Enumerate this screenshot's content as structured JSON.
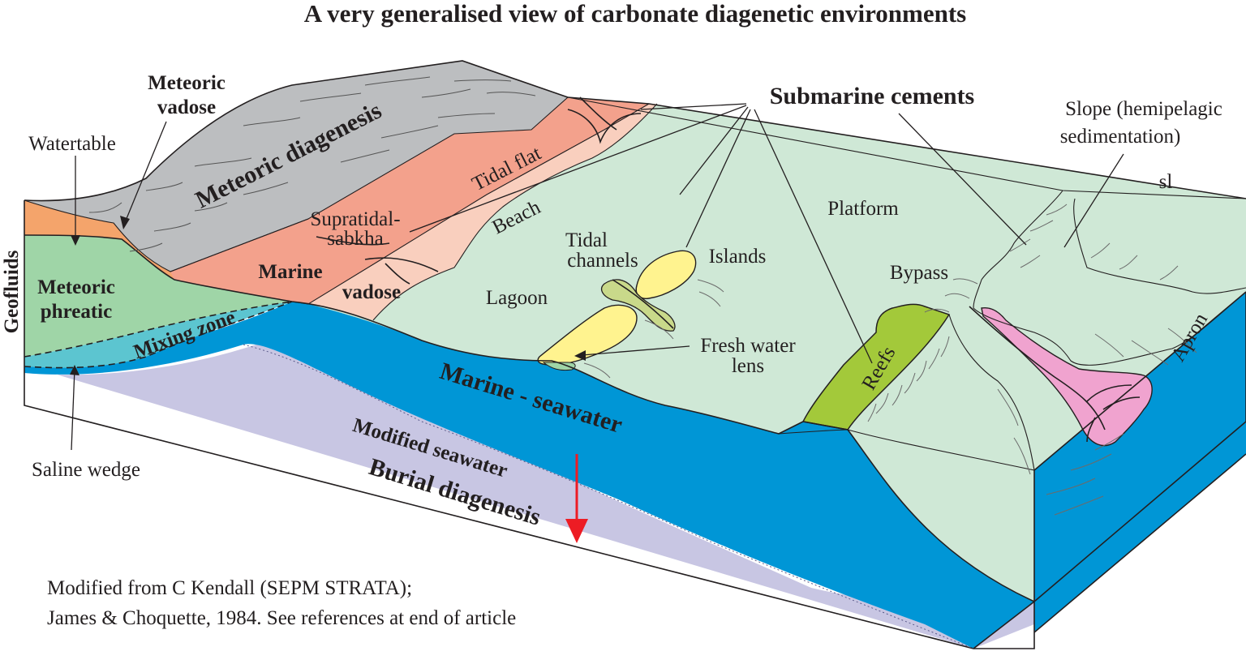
{
  "title": "A very generalised view of carbonate diagenetic environments",
  "labels": {
    "meteoric_vadose_1": "Meteoric",
    "meteoric_vadose_2": "vadose",
    "watertable": "Watertable",
    "meteoric_diagenesis": "Meteoric diagenesis",
    "geofluids": "Geofluids",
    "meteoric_phreatic_1": "Meteoric",
    "meteoric_phreatic_2": "phreatic",
    "mixing_zone": "Mixing zone",
    "saline_wedge": "Saline wedge",
    "supratidal_1": "Supratidal-",
    "supratidal_2": "sabkha",
    "marine": "Marine",
    "vadose": "vadose",
    "tidal_flat": "Tidal flat",
    "beach": "Beach",
    "submarine_cements": "Submarine cements",
    "tidal_channels_1": "Tidal",
    "tidal_channels_2": "channels",
    "islands": "Islands",
    "lagoon": "Lagoon",
    "platform": "Platform",
    "fresh_water_lens_1": "Fresh water",
    "fresh_water_lens_2": "lens",
    "slope_1": "Slope (hemipelagic",
    "slope_2": "sedimentation)",
    "sl": "sl",
    "bypass": "Bypass",
    "reefs": "Reefs",
    "apron": "Apron",
    "marine_seawater": "Marine - seawater",
    "modified_seawater": "Modified seawater",
    "burial_diagenesis": "Burial diagenesis"
  },
  "credit": {
    "line1": "Modified from C Kendall (SEPM STRATA);",
    "line2": "James & Choquette, 1984. See references at end of article"
  },
  "colors": {
    "meteoric_gray": "#bcbec0",
    "vadose_orange": "#f4a46b",
    "phreatic_green": "#9fd5a7",
    "mixing_cyan": "#5cc5d0",
    "supratidal_salmon": "#f3a18c",
    "tidal_flat_pink": "#f9cfbe",
    "platform_green": "#cfe8d6",
    "seawater_blue": "#0096d6",
    "burial_lavender": "#c8c6e3",
    "islands_yellow": "#fff38f",
    "channels_olive": "#c9d98a",
    "reef_green": "#a3c93a",
    "apron_pink": "#f0a3cf",
    "arrow_red": "#ed1c24"
  }
}
